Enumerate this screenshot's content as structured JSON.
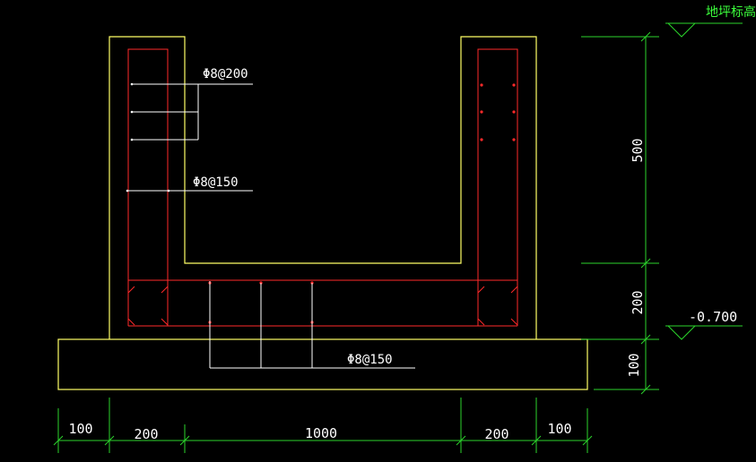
{
  "labels": {
    "rebar_top": "Φ8@200",
    "rebar_mid": "Φ8@150",
    "rebar_bottom": "Φ8@150",
    "floor_elevation_text": "地坪标高",
    "level_value": "-0.700",
    "dim_500": "500",
    "dim_200_vertical": "200",
    "dim_100_vertical": "100",
    "dim_100_left": "100",
    "dim_200_left": "200",
    "dim_1000": "1000",
    "dim_200_right": "200",
    "dim_100_right": "100"
  },
  "colors": {
    "background": "#000000",
    "concrete_outline": "#ffff66",
    "rebar": "#ff2a2a",
    "dimension": "#2bd42b",
    "leader": "#ffffff"
  }
}
